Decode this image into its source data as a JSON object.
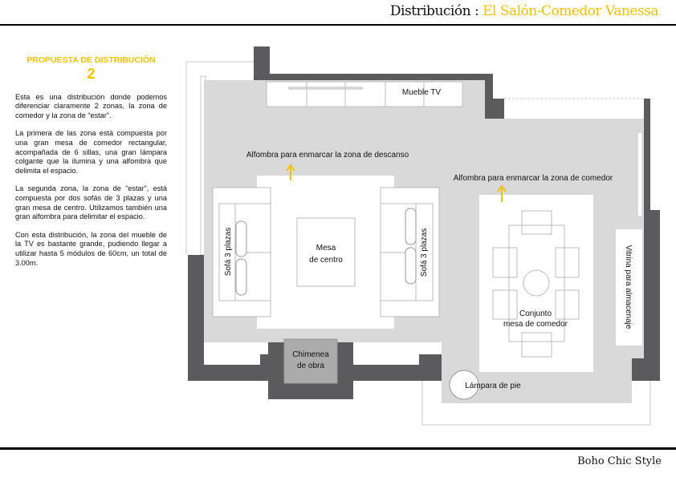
{
  "header": {
    "title_prefix": "Distribución : ",
    "title_accent": "El Salón-Comedor Vanessa"
  },
  "footer": {
    "brand": "Boho Chic Style"
  },
  "sidebar": {
    "heading": "PROPUESTA DE DISTRIBUCIÓN",
    "number": "2",
    "paragraphs": [
      "Esta es una distribución donde podemos diferenciar claramente 2 zonas, la zona de comedor y la zona de “estar”.",
      "La primera de las zona está compuesta por una gran mesa de comedor rectangular, acompañada de 6 sillas, una gran lámpara colgante que la ilumina y una alfombra que delimita el espacio.",
      "La segunda zona, la zona de “estar”, está compuesta por dos sofás de 3 plazas y una gran mesa de centro. Utilizamos también una gran alfombra para delimitar el espacio.",
      "Con esta distribución, la zona del mueble de la TV es bastante grande, pudiendo llegar a utilizar hasta 5 módulos de 60cm, un total de 3.00m."
    ]
  },
  "plan": {
    "tv_unit": "Mueble TV",
    "rug_living": "Alfombra para enmarcar la zona de descanso",
    "rug_dining": "Alfombra para enmarcar la zona de comedor",
    "sofa_left": "Sofá 3 plazas",
    "sofa_right": "Sofá 3 plazas",
    "coffee_table_1": "Mesa",
    "coffee_table_2": "de centro",
    "dining_1": "Conjunto",
    "dining_2": "mesa de comedor",
    "fireplace_1": "Chimenea",
    "fireplace_2": "de obra",
    "cabinet": "Vitrina  para almacenaje",
    "floor_lamp": "Lámpara de pie"
  },
  "colors": {
    "accent": "#f2c200",
    "wall": "#5b5b5d",
    "floor": "#d9d9d9",
    "fireplace": "#ababab"
  }
}
